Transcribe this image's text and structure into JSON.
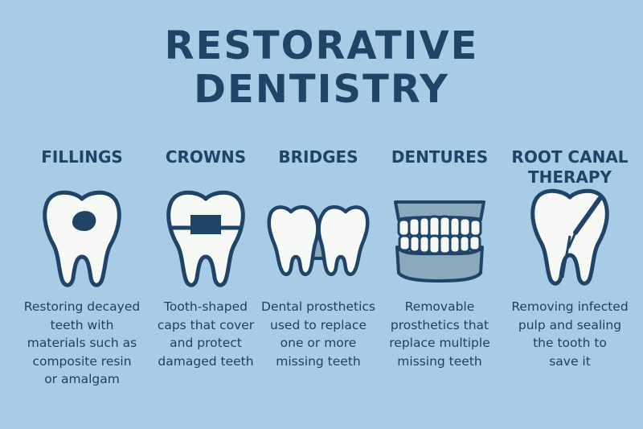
{
  "title": {
    "line1": "RESTORATIVE",
    "line2": "DENTISTRY"
  },
  "colors": {
    "background": "#a8cce6",
    "navy": "#1f4468",
    "tooth": "#f7f9f6",
    "gum": "#8aa9bd"
  },
  "columns": [
    {
      "heading": "FILLINGS",
      "icon": "tooth-filling-icon",
      "description": "Restoring decayed\nteeth with\nmaterials such as\ncomposite resin\nor amalgam"
    },
    {
      "heading": "CROWNS",
      "icon": "tooth-crown-icon",
      "description": "Tooth-shaped\ncaps that cover\nand protect\ndamaged teeth"
    },
    {
      "heading": "BRIDGES",
      "icon": "dental-bridge-icon",
      "description": "Dental prosthetics\nused to replace\none or more\nmissing teeth"
    },
    {
      "heading": "DENTURES",
      "icon": "dentures-icon",
      "description": "Removable\nprosthetics that\nreplace multiple\nmissing teeth"
    },
    {
      "heading": "ROOT CANAL\nTHERAPY",
      "icon": "root-canal-icon",
      "description": "Removing infected\npulp and sealing\nthe tooth to\nsave it"
    }
  ]
}
